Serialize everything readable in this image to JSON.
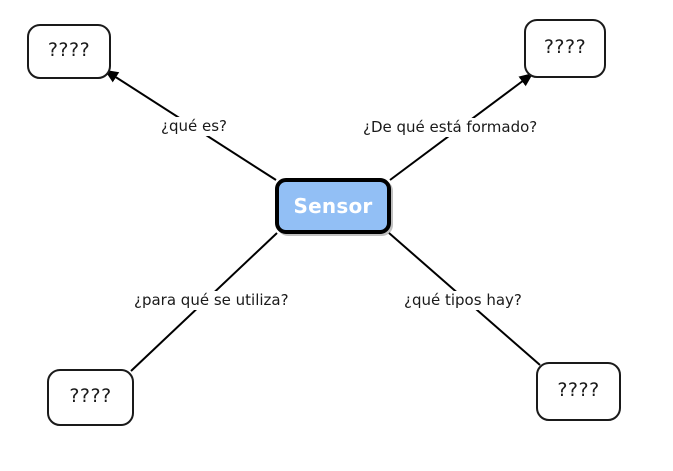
{
  "diagram": {
    "type": "concept-map",
    "background_color": "#ffffff",
    "center": {
      "label": "Sensor",
      "fill_color": "#92bff5",
      "text_color": "#ffffff",
      "border_color": "#000000"
    },
    "leaves": [
      {
        "id": "topleft",
        "label": "????",
        "position": "top-left"
      },
      {
        "id": "topright",
        "label": "????",
        "position": "top-right"
      },
      {
        "id": "bottomleft",
        "label": "????",
        "position": "bottom-left"
      },
      {
        "id": "bottomright",
        "label": "????",
        "position": "bottom-right"
      }
    ],
    "edges": [
      {
        "id": "ques-es",
        "label": "¿qué es?",
        "from": "center",
        "to": "topleft",
        "arrowhead": true
      },
      {
        "id": "de-que-formado",
        "label": "¿De qué está formado?",
        "from": "center",
        "to": "topright",
        "arrowhead": true
      },
      {
        "id": "para-que",
        "label": "¿para qué se utiliza?",
        "from": "center",
        "to": "bottomleft",
        "arrowhead": false
      },
      {
        "id": "que-tipos",
        "label": "¿qué tipos hay?",
        "from": "center",
        "to": "bottomright",
        "arrowhead": false
      }
    ],
    "line_color": "#000000"
  }
}
